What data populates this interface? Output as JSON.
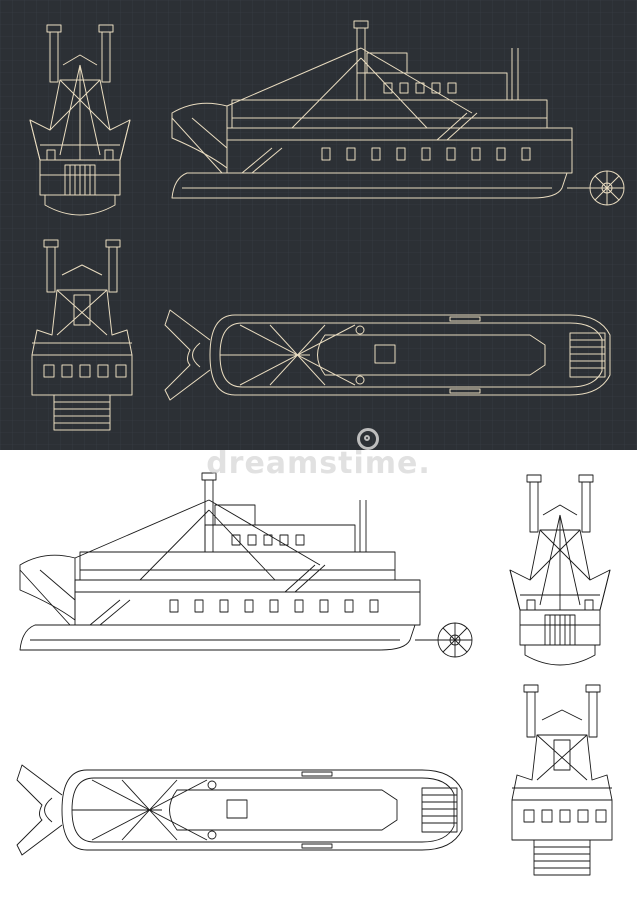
{
  "watermark": {
    "text": "dreamstime."
  },
  "palette": {
    "dark_background": "#2c3035",
    "dark_grid": "#3a4048",
    "dark_line": "#e9dcc0",
    "light_background": "#ffffff",
    "light_line": "#1a1a1a"
  },
  "sheets": [
    {
      "name": "dark-blueprint",
      "views": [
        "front",
        "side",
        "rear",
        "top"
      ]
    },
    {
      "name": "light-blueprint",
      "views": [
        "side",
        "front",
        "top",
        "rear"
      ]
    }
  ]
}
